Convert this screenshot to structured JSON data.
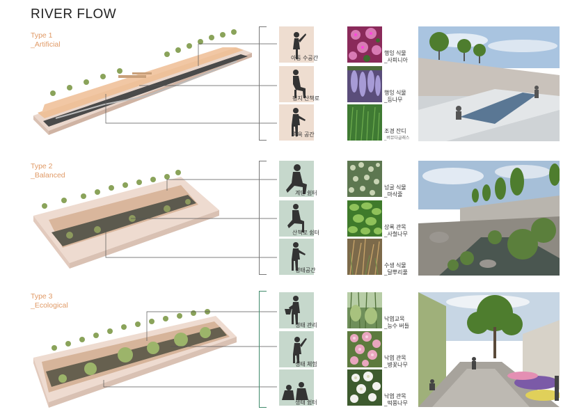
{
  "title": "RIVER FLOW",
  "types": [
    {
      "label_line1": "Type 1",
      "label_line2": "_Artificial",
      "spaces": [
        "아동 수공간",
        "평지 산책로",
        "족욕 공간"
      ],
      "plants": [
        {
          "line1": "행잉 식물",
          "line2": "_사피니아",
          "sub": ""
        },
        {
          "line1": "행잉 식물",
          "line2": "_등나무",
          "sub": ""
        },
        {
          "line1": "조경 잔디",
          "line2": "",
          "sub": "_버뮤다글래스"
        }
      ]
    },
    {
      "label_line1": "Type 2",
      "label_line2": "_Balanced",
      "spaces": [
        "계단 쉼터",
        "산책로 쉼터",
        "생태공간"
      ],
      "plants": [
        {
          "line1": "넝굴 식물",
          "line2": "_마삭줄",
          "sub": ""
        },
        {
          "line1": "상록 관목",
          "line2": "_사철나무",
          "sub": ""
        },
        {
          "line1": "수생 식물",
          "line2": "_달뿌리풀",
          "sub": ""
        }
      ]
    },
    {
      "label_line1": "Type 3",
      "label_line2": "_Ecological",
      "spaces": [
        "생태 관리",
        "생태 체험",
        "생태 쉼터"
      ],
      "plants": [
        {
          "line1": "낙엽교목",
          "line2": "_능수 버들",
          "sub": ""
        },
        {
          "line1": "낙엽 관목",
          "line2": "_병꽃나무",
          "sub": ""
        },
        {
          "line1": "낙엽 관목",
          "line2": "_떡쭝나무",
          "sub": ""
        }
      ]
    }
  ],
  "colors": {
    "accent_orange": "#e09a66",
    "type3_line": "#3f8a6a",
    "person_bg_type1": "#eeddd0",
    "person_bg_type2_3": "#c6d8cc"
  }
}
